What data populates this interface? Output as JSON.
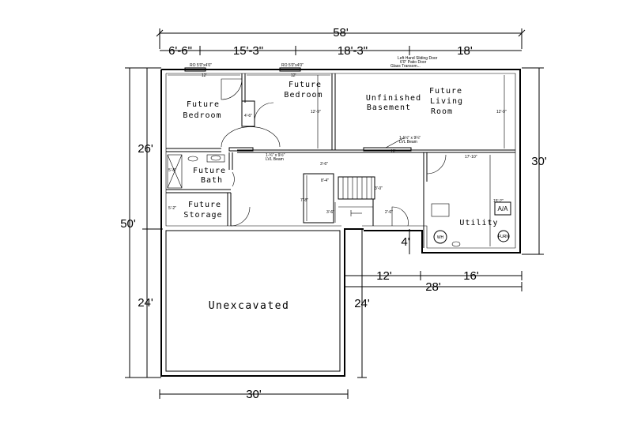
{
  "overall_dimensions": {
    "top_total": "58'",
    "top_segments": [
      "6'-6\"",
      "15'-3\"",
      "18'-3\"",
      "18'"
    ],
    "left_total": "50'",
    "left_upper": "26'",
    "left_lower": "24'",
    "right_height": "30'",
    "bottom_width": "30'",
    "step_total": "28'",
    "step_segments": [
      "12'",
      "16'"
    ],
    "step_height": "24'",
    "jog": "4'"
  },
  "rooms": {
    "bedroom_left": [
      "Future",
      "Bedroom"
    ],
    "bedroom_right": [
      "Future",
      "Bedroom"
    ],
    "basement": [
      "Unfinished",
      "Basement"
    ],
    "living": [
      "Future",
      "Living",
      "Room"
    ],
    "bath": [
      "Future",
      "Bath"
    ],
    "storage": [
      "Future",
      "Storage"
    ],
    "utility": "Utility",
    "unexcavated": "Unexcavated"
  },
  "small_labels": {
    "window_left": "RO 5'0\"x4'0\"",
    "window_right": "RO 5'0\"x4'0\"",
    "door_note": [
      "Left Hand Sliding Door",
      "6'0\" Patio Door",
      "Glass Transom..."
    ],
    "dim_12a": "12'",
    "dim_12b": "12'",
    "dim_12_9a": "12'-9\"",
    "dim_12_9b": "12'-9\"",
    "dim_4_6": "4'-6\"",
    "dim_10": "10'",
    "dim_17_10": "17'-10\"",
    "dim_15_2": "15'-2\"",
    "dim_3_6": "3'-6\"",
    "dim_5_8": "5'-8\"",
    "dim_5_2": "5'-2\"",
    "dim_7_8": "7'-8\"",
    "dim_3_6b": "3'-6\"",
    "dim_8_4": "8'-4\"",
    "dim_3_0": "3'-0\"",
    "dim_2_6": "2'-6\"",
    "beam_note": [
      "1-1½\" x 9¼\"",
      "LVL Beam"
    ],
    "beam_note2": [
      "1-¾\" x 9½\"",
      "LVL Beam"
    ]
  },
  "fixtures": {
    "ac": "A/A",
    "water_heater": "WH",
    "furnace": "FURN"
  }
}
